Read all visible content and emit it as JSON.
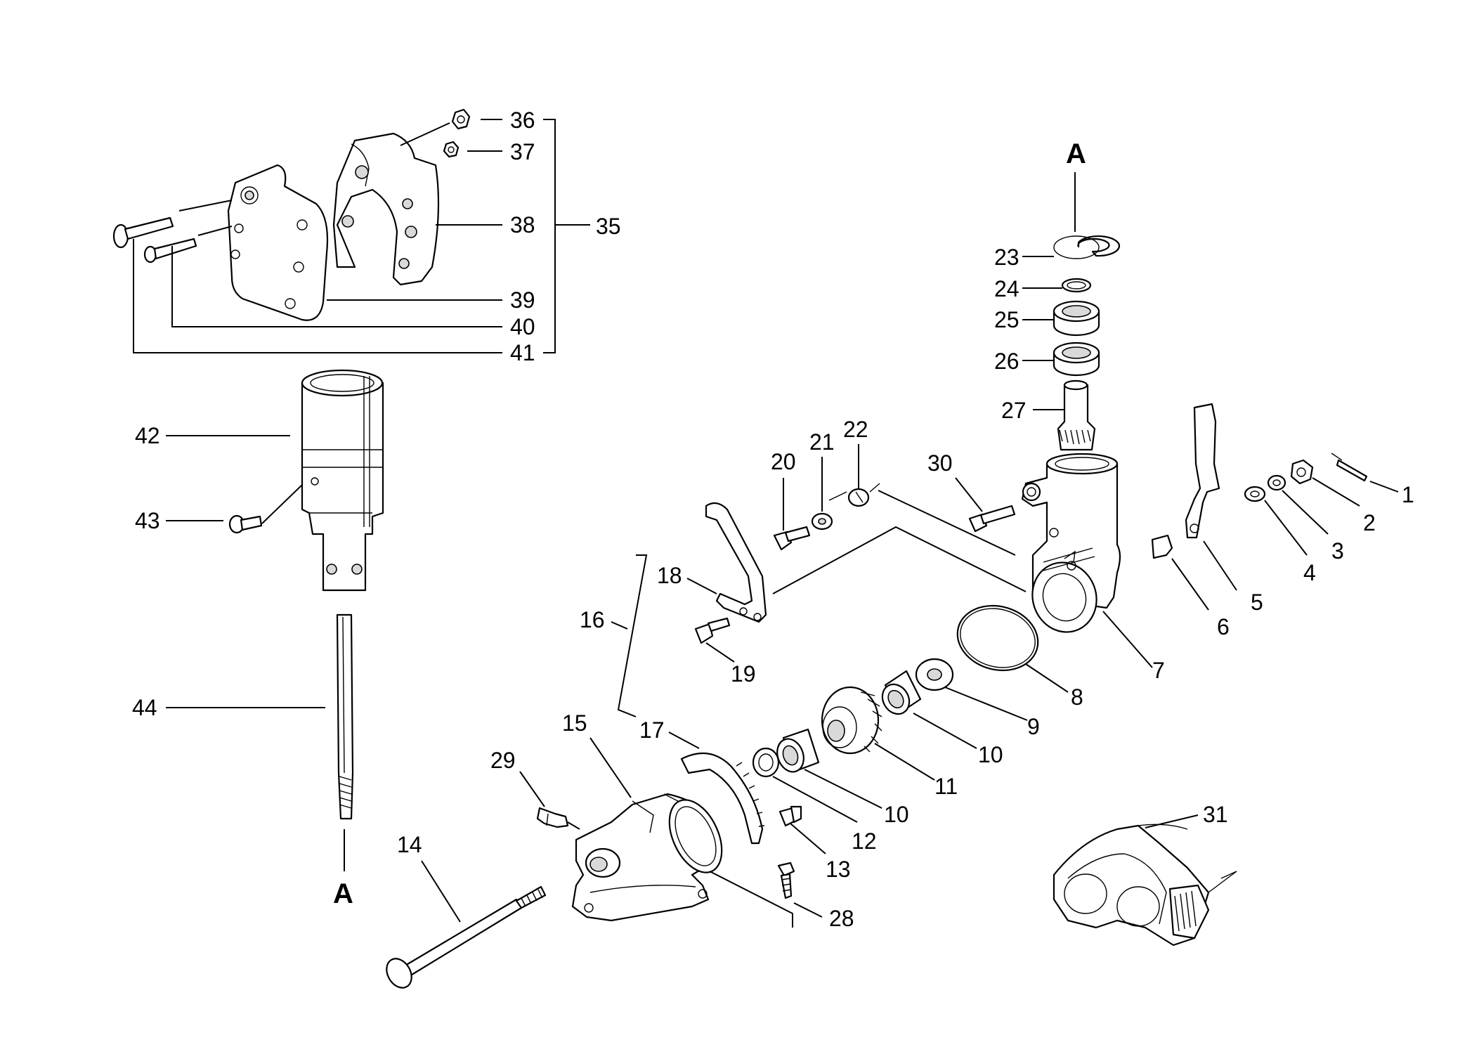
{
  "labels": {
    "p1": "1",
    "p2": "2",
    "p3": "3",
    "p4": "4",
    "p5": "5",
    "p6": "6",
    "p7": "7",
    "p8": "8",
    "p9": "9",
    "p10a": "10",
    "p10b": "10",
    "p11": "11",
    "p12": "12",
    "p13": "13",
    "p14": "14",
    "p15": "15",
    "p16": "16",
    "p17": "17",
    "p18": "18",
    "p19": "19",
    "p20": "20",
    "p21": "21",
    "p22": "22",
    "p23": "23",
    "p24": "24",
    "p25": "25",
    "p26": "26",
    "p27": "27",
    "p28": "28",
    "p29": "29",
    "p30": "30",
    "p31": "31",
    "p35": "35",
    "p36": "36",
    "p37": "37",
    "p38": "38",
    "p39": "39",
    "p40": "40",
    "p41": "41",
    "p42": "42",
    "p43": "43",
    "p44": "44"
  },
  "refs": {
    "top": "A",
    "bottom": "A"
  }
}
